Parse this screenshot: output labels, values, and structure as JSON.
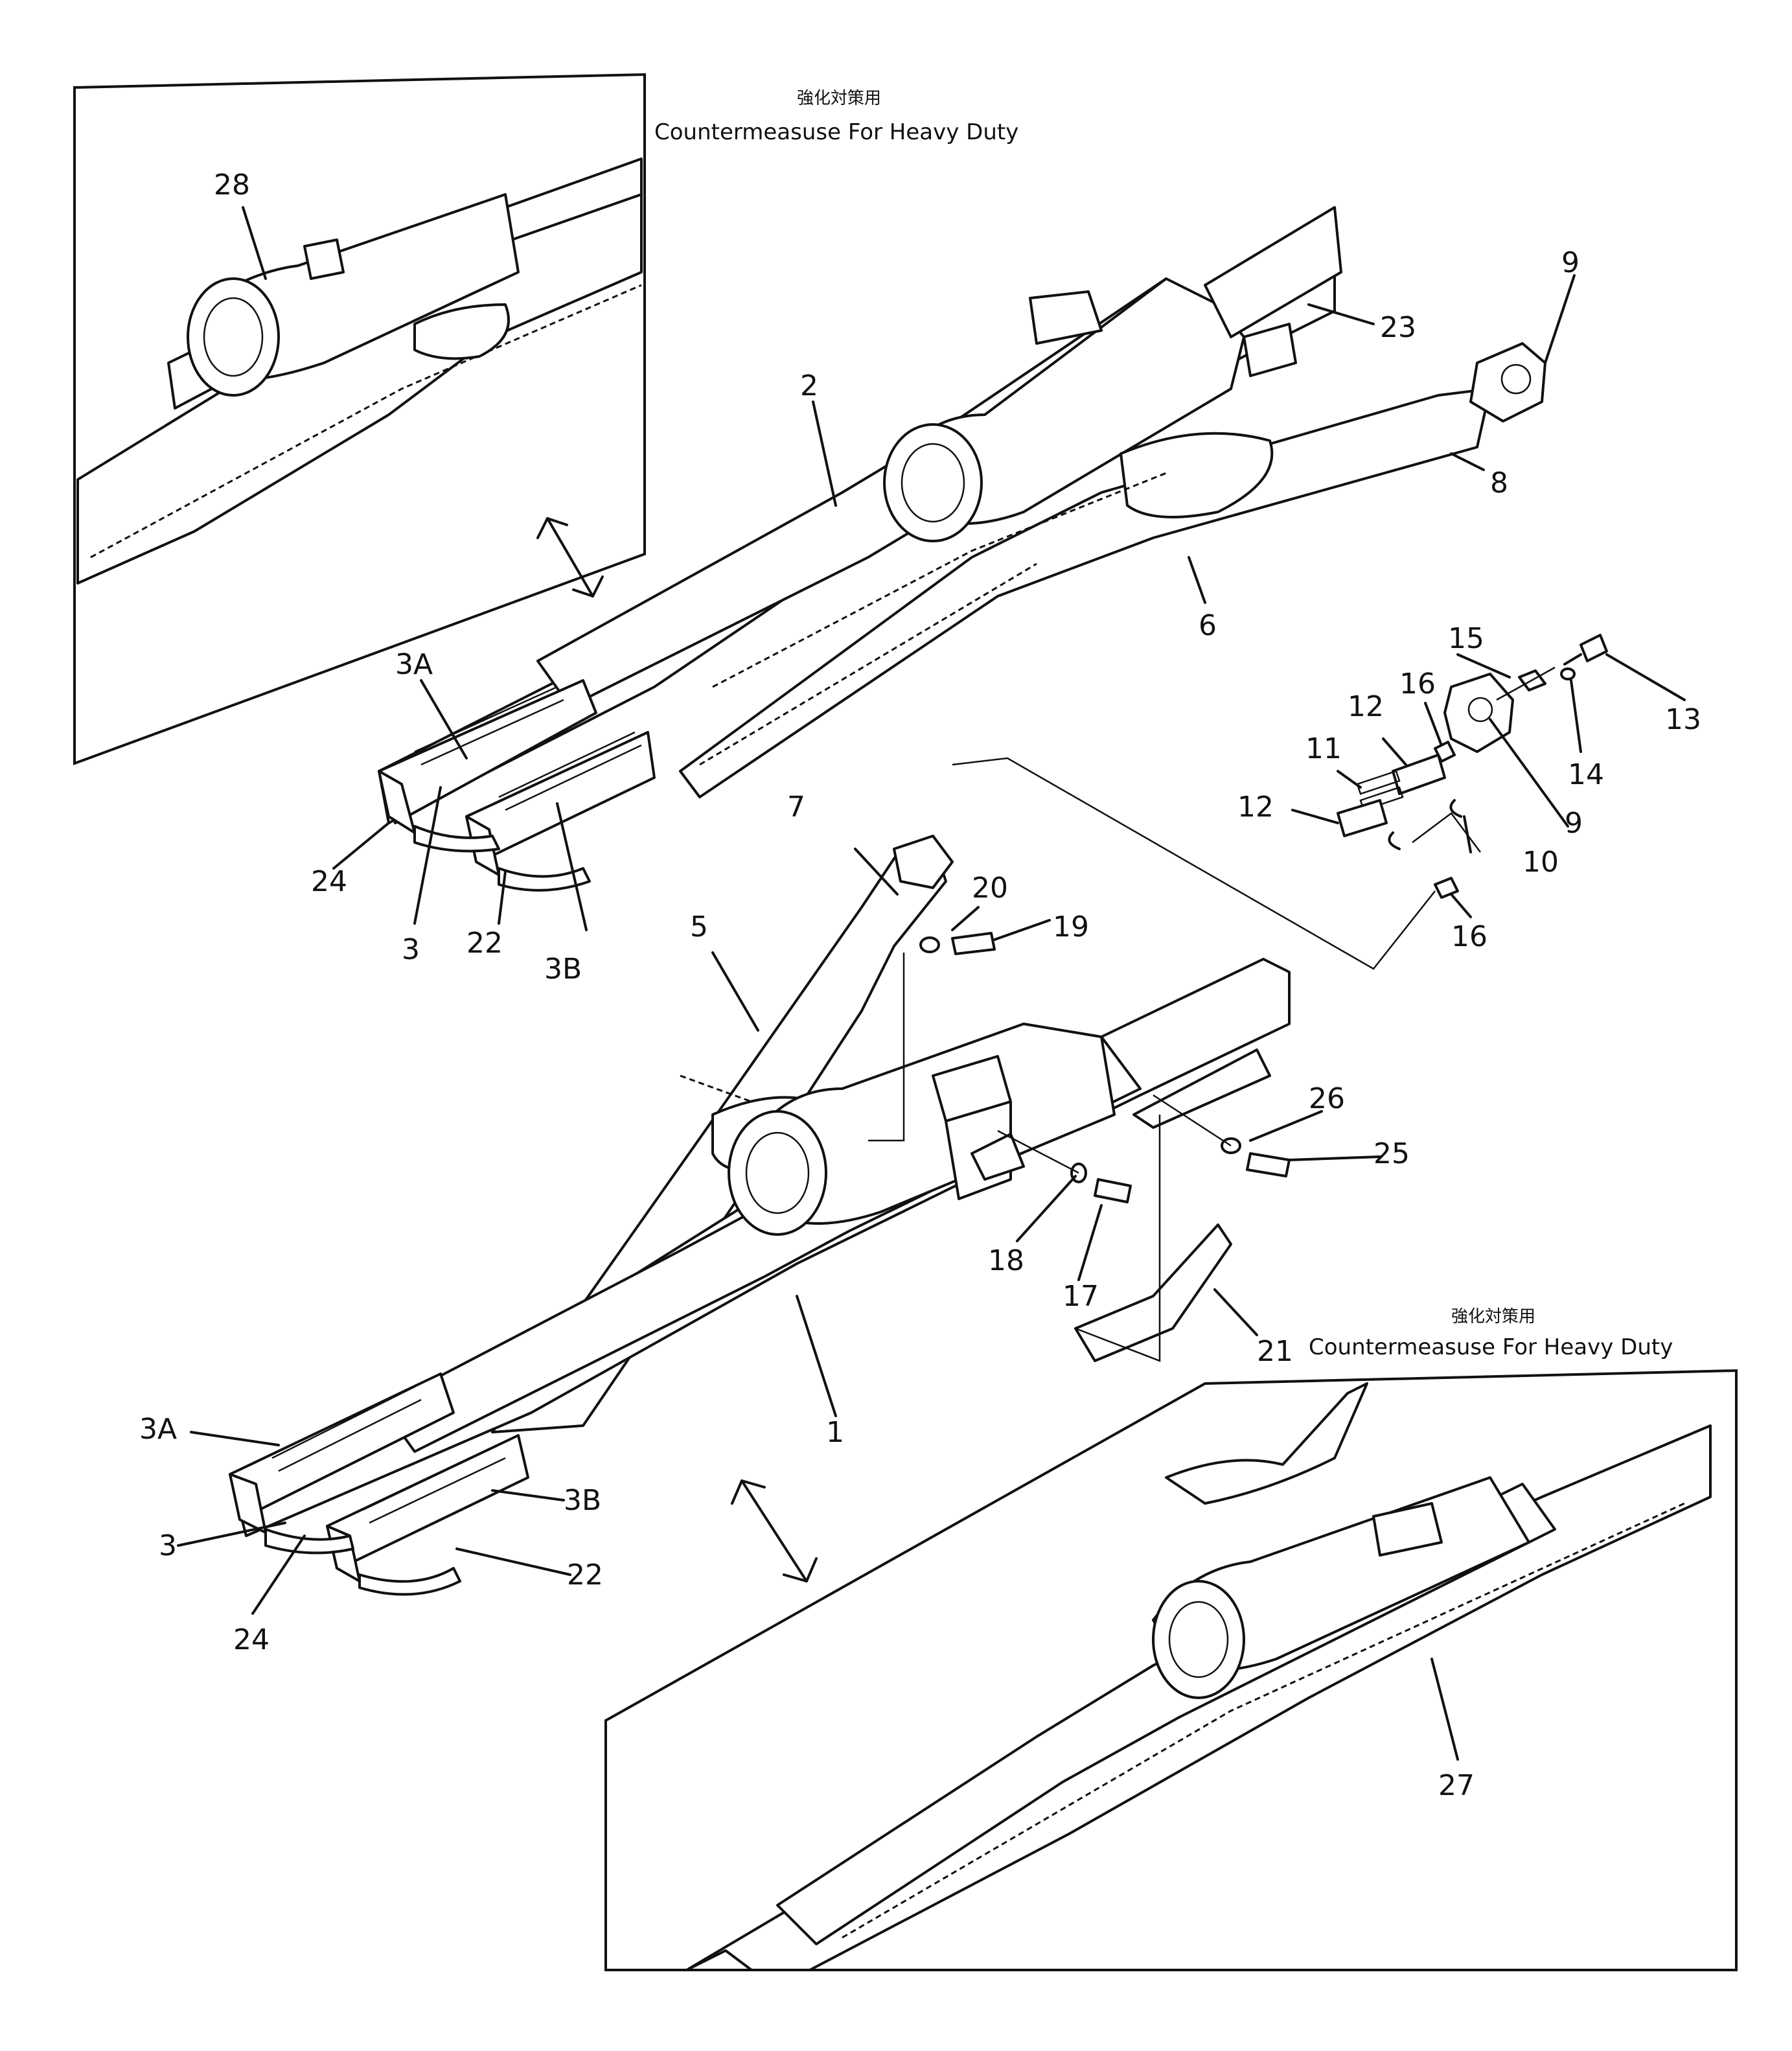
{
  "captions": {
    "top": {
      "jp": "強化対策用",
      "en": "Countermeasuse For Heavy Duty"
    },
    "bottom": {
      "jp": "強化対策用",
      "en": "Countermeasuse For Heavy Duty"
    }
  },
  "labels": [
    {
      "id": "28",
      "text": "28"
    },
    {
      "id": "9a",
      "text": "9"
    },
    {
      "id": "23",
      "text": "23"
    },
    {
      "id": "2",
      "text": "2"
    },
    {
      "id": "8",
      "text": "8"
    },
    {
      "id": "6",
      "text": "6"
    },
    {
      "id": "15",
      "text": "15"
    },
    {
      "id": "13",
      "text": "13"
    },
    {
      "id": "16a",
      "text": "16"
    },
    {
      "id": "12a",
      "text": "12"
    },
    {
      "id": "14",
      "text": "14"
    },
    {
      "id": "11",
      "text": "11"
    },
    {
      "id": "12b",
      "text": "12"
    },
    {
      "id": "9b",
      "text": "9"
    },
    {
      "id": "10",
      "text": "10"
    },
    {
      "id": "16b",
      "text": "16"
    },
    {
      "id": "3Aa",
      "text": "3A"
    },
    {
      "id": "24a",
      "text": "24"
    },
    {
      "id": "3a",
      "text": "3"
    },
    {
      "id": "22a",
      "text": "22"
    },
    {
      "id": "3Ba",
      "text": "3B"
    },
    {
      "id": "7",
      "text": "7"
    },
    {
      "id": "20",
      "text": "20"
    },
    {
      "id": "19",
      "text": "19"
    },
    {
      "id": "5",
      "text": "5"
    },
    {
      "id": "26",
      "text": "26"
    },
    {
      "id": "25",
      "text": "25"
    },
    {
      "id": "18",
      "text": "18"
    },
    {
      "id": "17",
      "text": "17"
    },
    {
      "id": "21",
      "text": "21"
    },
    {
      "id": "1",
      "text": "1"
    },
    {
      "id": "3Ab",
      "text": "3A"
    },
    {
      "id": "3Bb",
      "text": "3B"
    },
    {
      "id": "3b",
      "text": "3"
    },
    {
      "id": "22b",
      "text": "22"
    },
    {
      "id": "24b",
      "text": "24"
    },
    {
      "id": "27",
      "text": "27"
    }
  ]
}
